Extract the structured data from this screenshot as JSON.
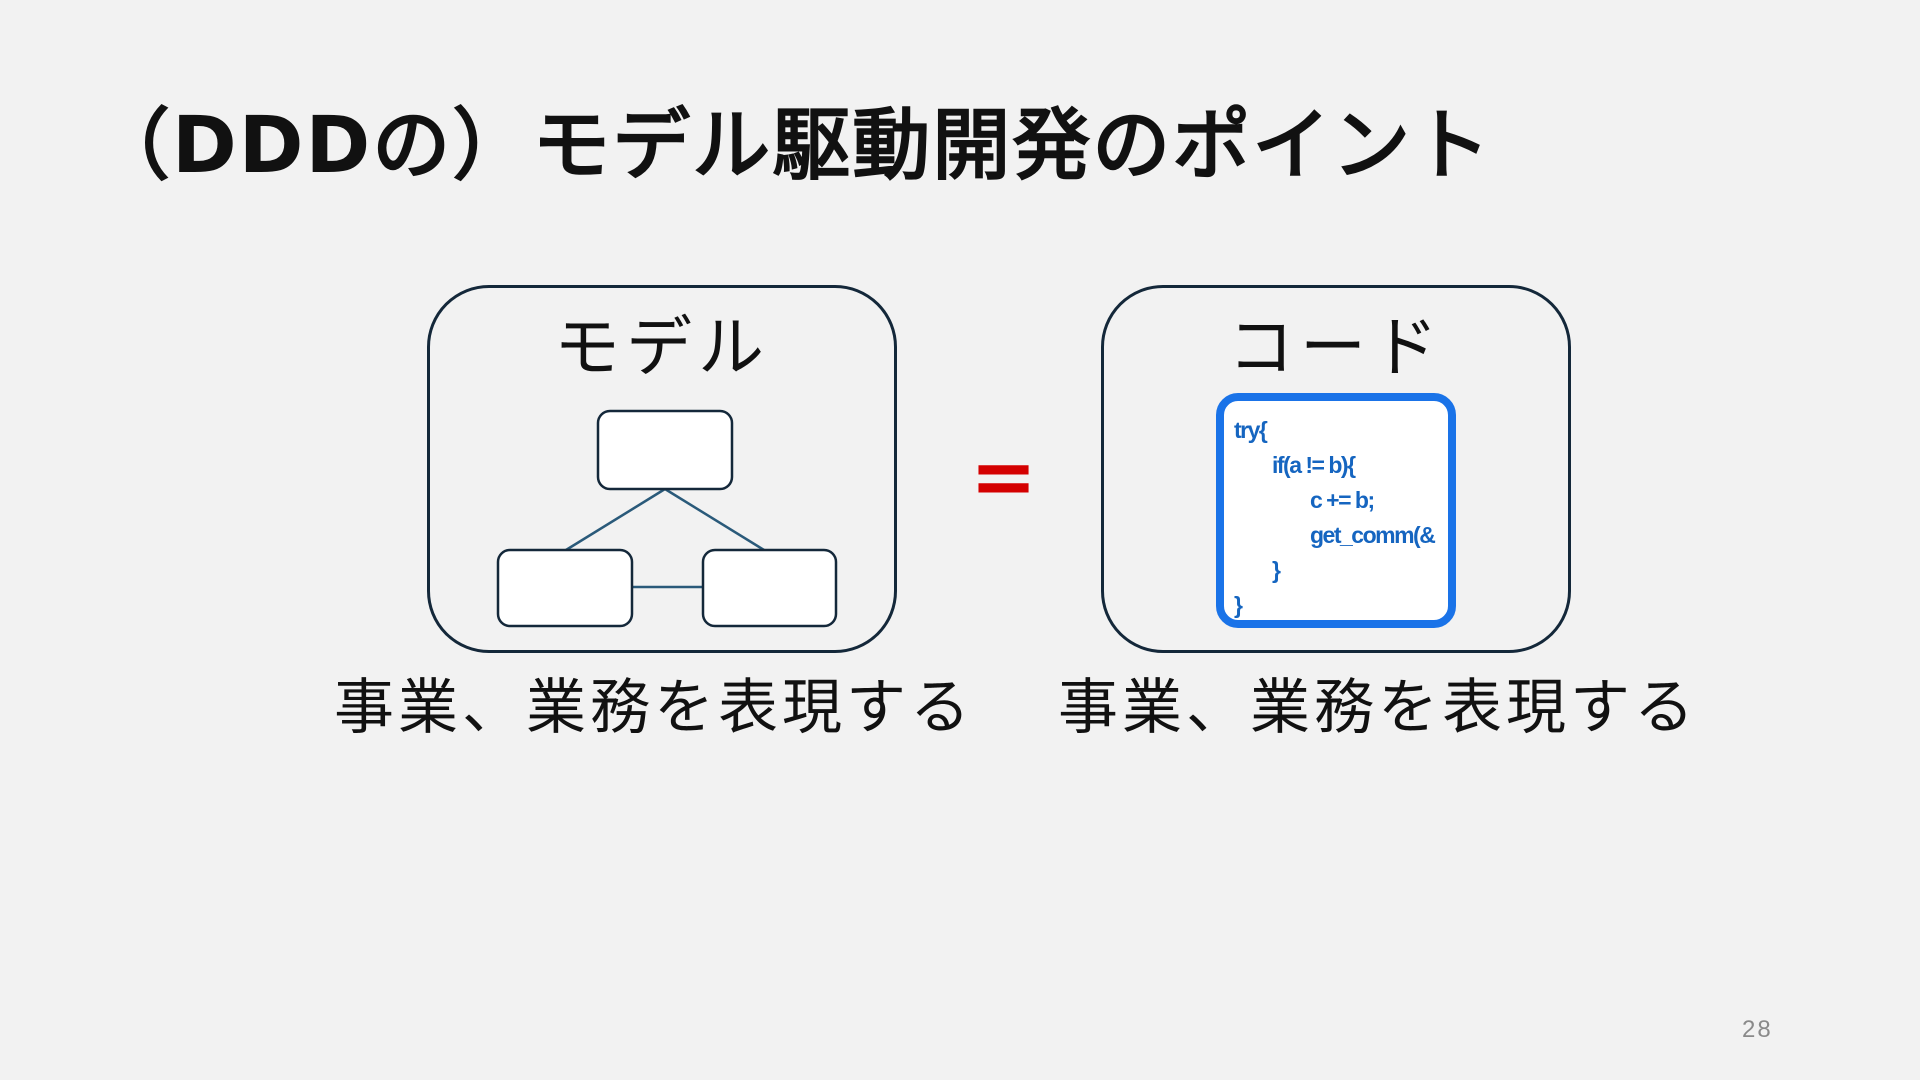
{
  "title": "（DDDの）モデル駆動開発のポイント",
  "model_panel": {
    "label": "モデル",
    "caption": "事業、業務を表現する"
  },
  "equals_sign": "=",
  "code_panel": {
    "label": "コード",
    "code_lines": [
      "try{",
      "if(a != b){",
      "c += b;",
      "get_comm(&",
      "}",
      "}"
    ],
    "caption": "事業、業務を表現する"
  },
  "page_number": "28",
  "colors": {
    "background": "#f2f2f2",
    "panel_border": "#14283a",
    "code_accent": "#1a73e8",
    "code_text": "#1565c0",
    "equals": "#d40000",
    "connector": "#2a5a7a"
  },
  "icons": {
    "model_diagram": "tree-diagram-icon",
    "code_snippet": "code-window-icon"
  }
}
